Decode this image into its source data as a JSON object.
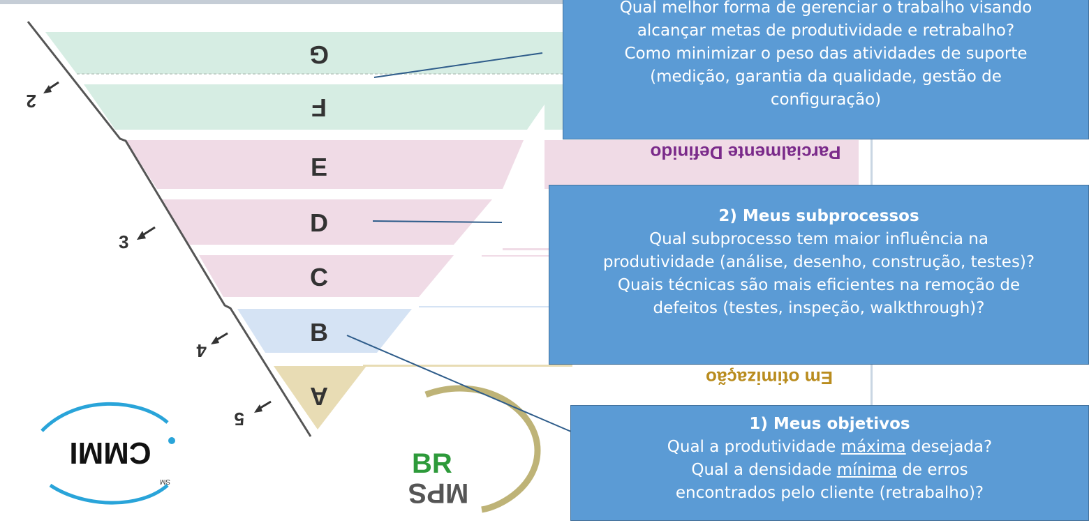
{
  "bars": [
    {
      "letter": "G",
      "color": "#d6ede3"
    },
    {
      "letter": "F",
      "color": "#d6ede3"
    },
    {
      "letter": "E",
      "color": "#f0dbe6"
    },
    {
      "letter": "D",
      "color": "#f0dbe6"
    },
    {
      "letter": "C",
      "color": "#f0dbe6"
    },
    {
      "letter": "B",
      "color": "#d5e3f4"
    },
    {
      "letter": "A",
      "color": "#e8dcb4"
    }
  ],
  "level_numbers": [
    "2",
    "3",
    "4",
    "5"
  ],
  "mirrored_labels": {
    "partial": {
      "text": "Parcialmente Definido",
      "color": "#7a2a8a"
    },
    "optimizing": {
      "text": "Em otimização",
      "color": "#b98c1e"
    }
  },
  "logos": {
    "cmmi": {
      "text": "CMMI",
      "subtext": "SM"
    },
    "mps": {
      "text": "MPS",
      "subtext": "BR"
    }
  },
  "callouts": {
    "top": {
      "line1": "Qual melhor forma de gerenciar o trabalho visando",
      "line2": "alcançar metas de produtividade e retrabalho?",
      "line3": "Como minimizar o peso das atividades de suporte",
      "line4": "(medição, garantia da qualidade, gestão de",
      "line5": "configuração)"
    },
    "middle": {
      "title": "2) Meus subprocessos",
      "line1": "Qual subprocesso tem maior influência na",
      "line2": "produtividade (análise, desenho, construção, testes)?",
      "line3": "Quais técnicas são mais eficientes na remoção de",
      "line4": "defeitos (testes, inspeção, walkthrough)?"
    },
    "bottom": {
      "title": "1) Meus objetivos",
      "line1_pre": "Qual a produtividade ",
      "line1_ul": "máxima",
      "line1_post": " desejada?",
      "line2_pre": "Qual a densidade ",
      "line2_ul": "mínima",
      "line2_post": " de erros",
      "line3": "encontrados pelo cliente (retrabalho)?"
    }
  },
  "colors": {
    "callout_fill": "#5b9bd5",
    "callout_border": "#41719c",
    "connector_line": "#2e5c8a"
  }
}
